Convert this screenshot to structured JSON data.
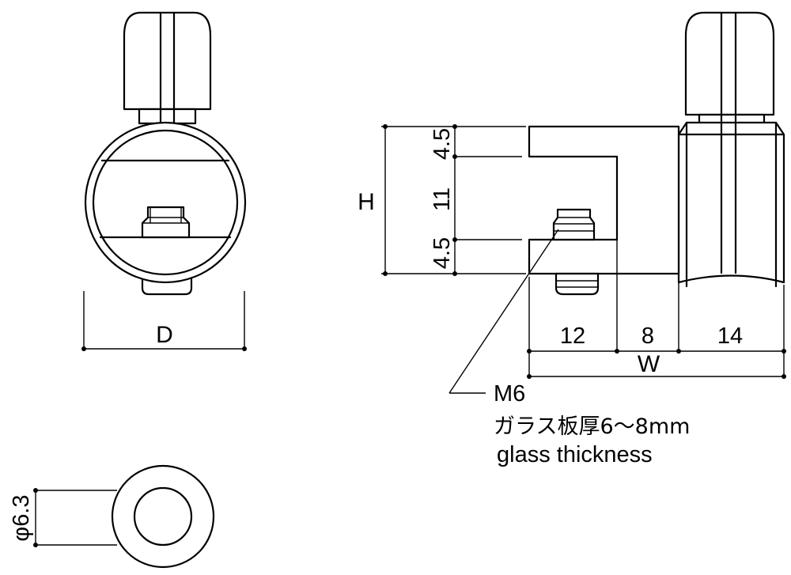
{
  "dimensions": {
    "diameter_label": "D",
    "height_label": "H",
    "width_label": "W",
    "h_top": "4.5",
    "h_mid": "11",
    "h_bottom": "4.5",
    "w_left": "12",
    "w_mid": "8",
    "w_right": "14",
    "cap_diameter": "φ6.3"
  },
  "callout": {
    "thread": "M6",
    "glass_jp": "ガラス板厚6～8mm",
    "glass_en": "glass thickness"
  }
}
